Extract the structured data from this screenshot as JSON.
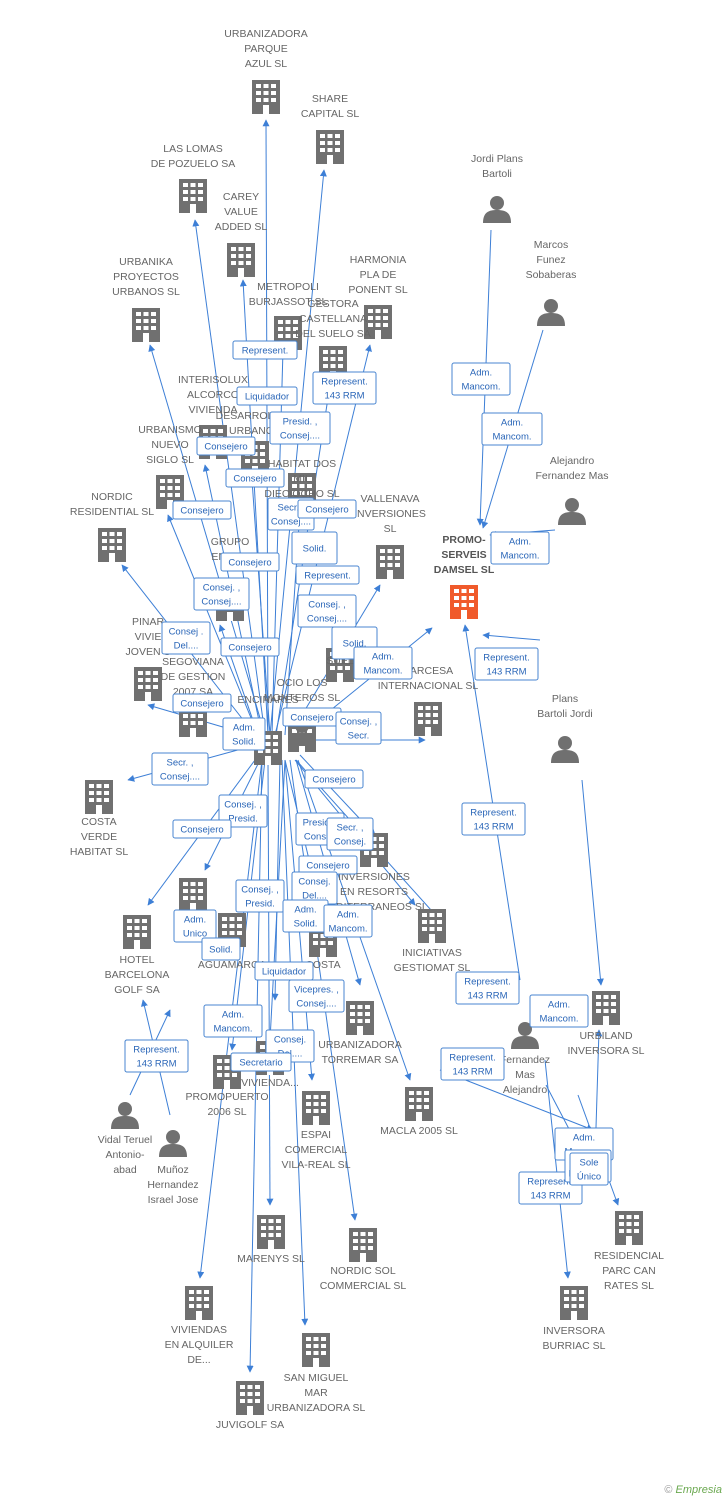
{
  "colors": {
    "edge": "#3d7fd6",
    "icon": "#707070",
    "central": "#f05a2b",
    "label": "#666666"
  },
  "nodes": [
    {
      "id": "central",
      "kind": "company",
      "central": true,
      "lines": [
        "PROMO-",
        "SERVEIS",
        "DAMSEL SL"
      ]
    },
    {
      "id": "parque",
      "kind": "company",
      "lines": [
        "URBANIZADORA",
        "PARQUE",
        "AZUL SL"
      ]
    },
    {
      "id": "share",
      "kind": "company",
      "lines": [
        "SHARE",
        "CAPITAL SL"
      ]
    },
    {
      "id": "lomas",
      "kind": "company",
      "lines": [
        "LAS LOMAS",
        "DE POZUELO SA"
      ]
    },
    {
      "id": "carey",
      "kind": "company",
      "lines": [
        "CAREY",
        "VALUE",
        "ADDED  SL"
      ]
    },
    {
      "id": "urbanika",
      "kind": "company",
      "lines": [
        "URBANIKA",
        "PROYECTOS",
        "URBANOS  SL"
      ]
    },
    {
      "id": "harmonia",
      "kind": "company",
      "lines": [
        "HARMONIA",
        "PLA DE",
        "PONENT SL"
      ]
    },
    {
      "id": "metropoli",
      "kind": "company",
      "lines": [
        "METROPOLI",
        "BURJASSOT SL"
      ]
    },
    {
      "id": "gestora",
      "kind": "company",
      "lines": [
        "GESTORA",
        "CASTELLANA",
        "DEL SUELO SA"
      ]
    },
    {
      "id": "interisolux",
      "kind": "company",
      "lines": [
        "INTERISOLUX",
        "ALCORCO",
        "VIVIENDA"
      ]
    },
    {
      "id": "desarrollos",
      "kind": "company",
      "lines": [
        "DESARROLLOS",
        "URBANOS"
      ]
    },
    {
      "id": "urbanismo",
      "kind": "company",
      "lines": [
        "URBANISMO",
        "NUEVO",
        "SIGLO SL"
      ]
    },
    {
      "id": "habitat2018",
      "kind": "company",
      "lines": [
        "HABITAT DOS",
        "MIL",
        "DIECIOCHO SL"
      ]
    },
    {
      "id": "nordicres",
      "kind": "company",
      "lines": [
        "NORDIC",
        "RESIDENTIAL SL"
      ]
    },
    {
      "id": "vallenava",
      "kind": "company",
      "lines": [
        "VALLENAVA",
        "INVERSIONES",
        "SL"
      ]
    },
    {
      "id": "grupoemp",
      "kind": "company",
      "lines": [
        "GRUPO",
        "EMPRE"
      ]
    },
    {
      "id": "pinar",
      "kind": "company",
      "lines": [
        "PINAR",
        "VIVIE",
        "JOVEN S"
      ]
    },
    {
      "id": "segoviana",
      "kind": "company",
      "lines": [
        "SEGOVIANA",
        "DE GESTION",
        "2007 SA"
      ]
    },
    {
      "id": "suelo",
      "kind": "company",
      "lines": [
        "SUEL"
      ]
    },
    {
      "id": "barcesa",
      "kind": "company",
      "lines": [
        "BARCESA",
        "INTERNACIONAL SL"
      ]
    },
    {
      "id": "encinares",
      "kind": "company",
      "lines": [
        "ENCINARES"
      ]
    },
    {
      "id": "monteros",
      "kind": "company",
      "lines": [
        "OCIO LOS",
        "MONTEROS SL"
      ]
    },
    {
      "id": "costaverde",
      "kind": "company",
      "lines": [
        "COSTA",
        "VERDE",
        "HABITAT SL"
      ]
    },
    {
      "id": "inversresorts",
      "kind": "company",
      "lines": [
        "INVERSIONES",
        "EN RESORTS",
        "MEDITERRANEOS SL"
      ]
    },
    {
      "id": "hotelbcn",
      "kind": "company",
      "lines": [
        "HOTEL",
        "BARCELONA",
        "GOLF SA"
      ]
    },
    {
      "id": "seDel",
      "kind": "company",
      "lines": [
        "SE",
        "DEL"
      ]
    },
    {
      "id": "aguamarga",
      "kind": "company",
      "lines": [
        "AGUAMARGA"
      ]
    },
    {
      "id": "iniciativas",
      "kind": "company",
      "lines": [
        "INICIATIVAS",
        "GESTIOMAT SL"
      ]
    },
    {
      "id": "costa",
      "kind": "company",
      "lines": [
        "COSTA"
      ]
    },
    {
      "id": "torremar",
      "kind": "company",
      "lines": [
        "URBANIZADORA",
        "TORREMAR SA"
      ]
    },
    {
      "id": "promopuerto",
      "kind": "company",
      "lines": [
        "PROMOPUERTO",
        "2006 SL"
      ]
    },
    {
      "id": "vivienda",
      "kind": "company",
      "lines": [
        "VIVIENDA..."
      ]
    },
    {
      "id": "macla",
      "kind": "company",
      "lines": [
        "MACLA 2005 SL"
      ]
    },
    {
      "id": "espai",
      "kind": "company",
      "lines": [
        "ESPAI",
        "COMERCIAL",
        "VILA-REAL  SL"
      ]
    },
    {
      "id": "marenys",
      "kind": "company",
      "lines": [
        "MARENYS SL"
      ]
    },
    {
      "id": "nordicsol",
      "kind": "company",
      "lines": [
        "NORDIC SOL",
        "COMMERCIAL SL"
      ]
    },
    {
      "id": "viviendasalq",
      "kind": "company",
      "lines": [
        "VIVIENDAS",
        "EN ALQUILER",
        "DE..."
      ]
    },
    {
      "id": "sanmiguel",
      "kind": "company",
      "lines": [
        "SAN MIGUEL",
        "MAR",
        "URBANIZADORA SL"
      ]
    },
    {
      "id": "juvigolf",
      "kind": "company",
      "lines": [
        "JUVIGOLF SA"
      ]
    },
    {
      "id": "urbiland",
      "kind": "company",
      "lines": [
        "URBILAND",
        "INVERSORA SL"
      ]
    },
    {
      "id": "parccan",
      "kind": "company",
      "lines": [
        "RESIDENCIAL",
        "PARC CAN",
        "RATES SL"
      ]
    },
    {
      "id": "burriac",
      "kind": "company",
      "lines": [
        "INVERSORA",
        "BURRIAC SL"
      ]
    },
    {
      "id": "hub",
      "kind": "person",
      "lines": []
    },
    {
      "id": "hub2",
      "kind": "company",
      "lines": []
    },
    {
      "id": "jordi",
      "kind": "person",
      "lines": [
        "Jordi Plans",
        "Bartoli"
      ]
    },
    {
      "id": "marcos",
      "kind": "person",
      "lines": [
        "Marcos",
        "Funez",
        "Sobaberas"
      ]
    },
    {
      "id": "alejandro",
      "kind": "person",
      "lines": [
        "Alejandro",
        "Fernandez Mas"
      ]
    },
    {
      "id": "plans",
      "kind": "person",
      "lines": [
        "Plans",
        "Bartoli Jordi"
      ]
    },
    {
      "id": "fernandez",
      "kind": "person",
      "lines": [
        "Fernandez",
        "Mas",
        "Alejandro"
      ]
    },
    {
      "id": "vidal",
      "kind": "person",
      "lines": [
        "Vidal Teruel",
        "Antonio-",
        "abad"
      ]
    },
    {
      "id": "munoz",
      "kind": "person",
      "lines": [
        "Muñoz",
        "Hernandez",
        "Israel Jose"
      ]
    }
  ],
  "relations": [
    [
      "Adm.",
      "Mancom."
    ],
    [
      "Adm.",
      "Mancom."
    ],
    [
      "Adm.",
      "Mancom."
    ],
    [
      "Represent.",
      "143 RRM"
    ],
    [
      "Represent.",
      "143 RRM"
    ],
    [
      "Adm.",
      "Mancom."
    ],
    [
      "Represent.",
      "143 RRM"
    ],
    [
      "Adm.",
      "Mancom."
    ],
    [
      "Represent.",
      "143 RRM"
    ],
    [
      "Adm.",
      "Mancom."
    ],
    [
      "Sole",
      "Único"
    ],
    [
      "Represent.",
      "143 RRM"
    ],
    [
      "Represent.",
      "143 RRM"
    ],
    [
      "Represent."
    ],
    [
      "Liquidador"
    ],
    [
      "Represent.",
      "143 RRM"
    ],
    [
      "Presid. ,",
      "Consej...."
    ],
    [
      "Consejero"
    ],
    [
      "Consejero"
    ],
    [
      "Consejero"
    ],
    [
      "Secr. ,",
      "Consej...."
    ],
    [
      "Consejero"
    ],
    [
      "Solid."
    ],
    [
      "Consejero"
    ],
    [
      "Represent."
    ],
    [
      "Consej. ,",
      "Consej...."
    ],
    [
      "Consej. ,",
      "Consej...."
    ],
    [
      "Consej .",
      "Del...."
    ],
    [
      "Solid."
    ],
    [
      "Consejero"
    ],
    [
      "Adm.",
      "Mancom."
    ],
    [
      "Consejero"
    ],
    [
      "Consejero"
    ],
    [
      "Consej. ,",
      "Secr."
    ],
    [
      "Adm.",
      "Solid."
    ],
    [
      "Secr. ,",
      "Consej...."
    ],
    [
      "Consejero"
    ],
    [
      "Consej. ,",
      "Presid."
    ],
    [
      "Consejero"
    ],
    [
      "Presid. ,",
      "Consej."
    ],
    [
      "Secr. ,",
      "Consej."
    ],
    [
      "Consejero"
    ],
    [
      "Consej. ,",
      "Presid."
    ],
    [
      "Consej.",
      "Del...."
    ],
    [
      "Adm.",
      "Solid."
    ],
    [
      "Adm.",
      "Unico"
    ],
    [
      "Adm.",
      "Mancom."
    ],
    [
      "Solid."
    ],
    [
      "Liquidador"
    ],
    [
      "Vicepres. ,",
      "Consej...."
    ],
    [
      "Adm.",
      "Mancom."
    ],
    [
      "Consej.",
      "Del...."
    ],
    [
      "Secretario"
    ],
    [
      "Represent.",
      "143 RRM"
    ]
  ],
  "footer": {
    "copyright": "©",
    "brand": "Empresia"
  }
}
